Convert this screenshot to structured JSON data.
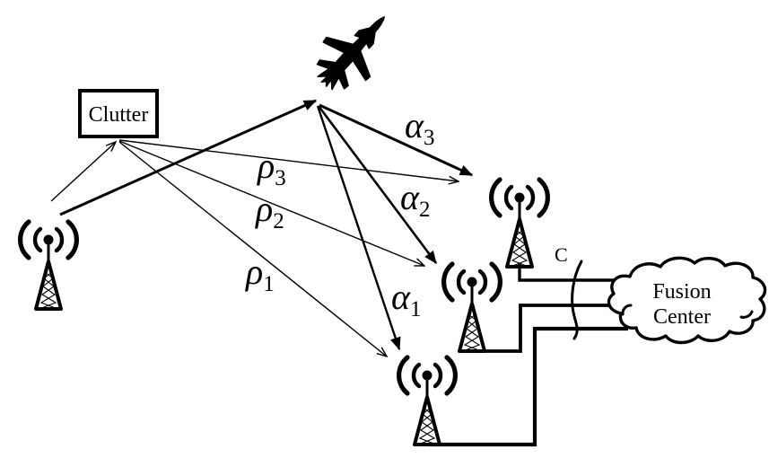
{
  "figure": {
    "background_color": "#ffffff",
    "ink_color": "#000000",
    "clutter_box": {
      "label": "Clutter"
    },
    "fusion_center": {
      "label_line1": "Fusion",
      "label_line2": "Center"
    },
    "capacity": {
      "label": "C"
    },
    "path_labels": {
      "alpha_3": {
        "symbol": "α",
        "subscript": "3"
      },
      "alpha_2": {
        "symbol": "α",
        "subscript": "2"
      },
      "alpha_1": {
        "symbol": "α",
        "subscript": "1"
      },
      "rho_3": {
        "symbol": "ρ",
        "subscript": "3"
      },
      "rho_2": {
        "symbol": "ρ",
        "subscript": "2"
      },
      "rho_1": {
        "symbol": "ρ",
        "subscript": "1"
      }
    },
    "icons": {
      "target": "fighter-jet-silhouette",
      "transmitter": "radio-tower-antenna",
      "receivers": [
        "radio-tower-antenna",
        "radio-tower-antenna",
        "radio-tower-antenna"
      ],
      "fusion_center": "cloud-outline",
      "capacity_marker": "arc-across-links"
    }
  }
}
